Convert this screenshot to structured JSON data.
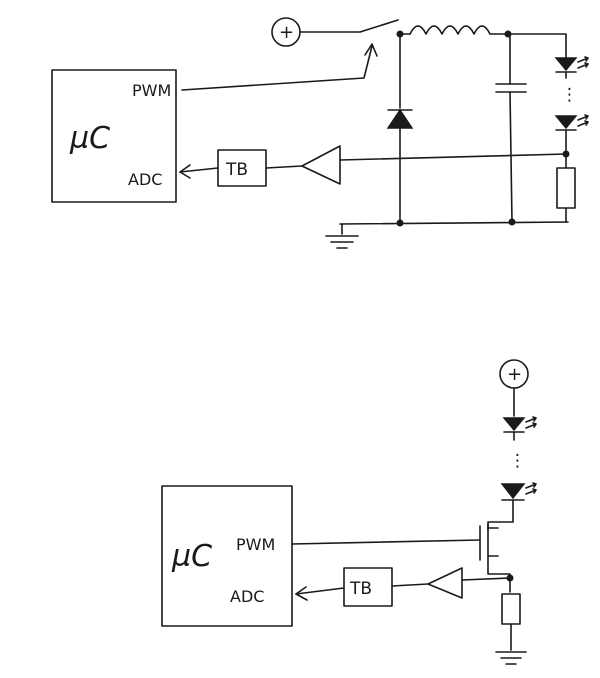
{
  "diagrams": [
    {
      "id": "buck_driver",
      "mcu_label": "µC",
      "pwm_label": "PWM",
      "adc_label": "ADC",
      "tb_label": "TB",
      "supply_symbol": "+",
      "led_chain_dots": "⋮"
    },
    {
      "id": "mosfet_driver",
      "mcu_label": "µC",
      "pwm_label": "PWM",
      "adc_label": "ADC",
      "tb_label": "TB",
      "supply_symbol": "+",
      "led_chain_dots": "⋮"
    }
  ]
}
